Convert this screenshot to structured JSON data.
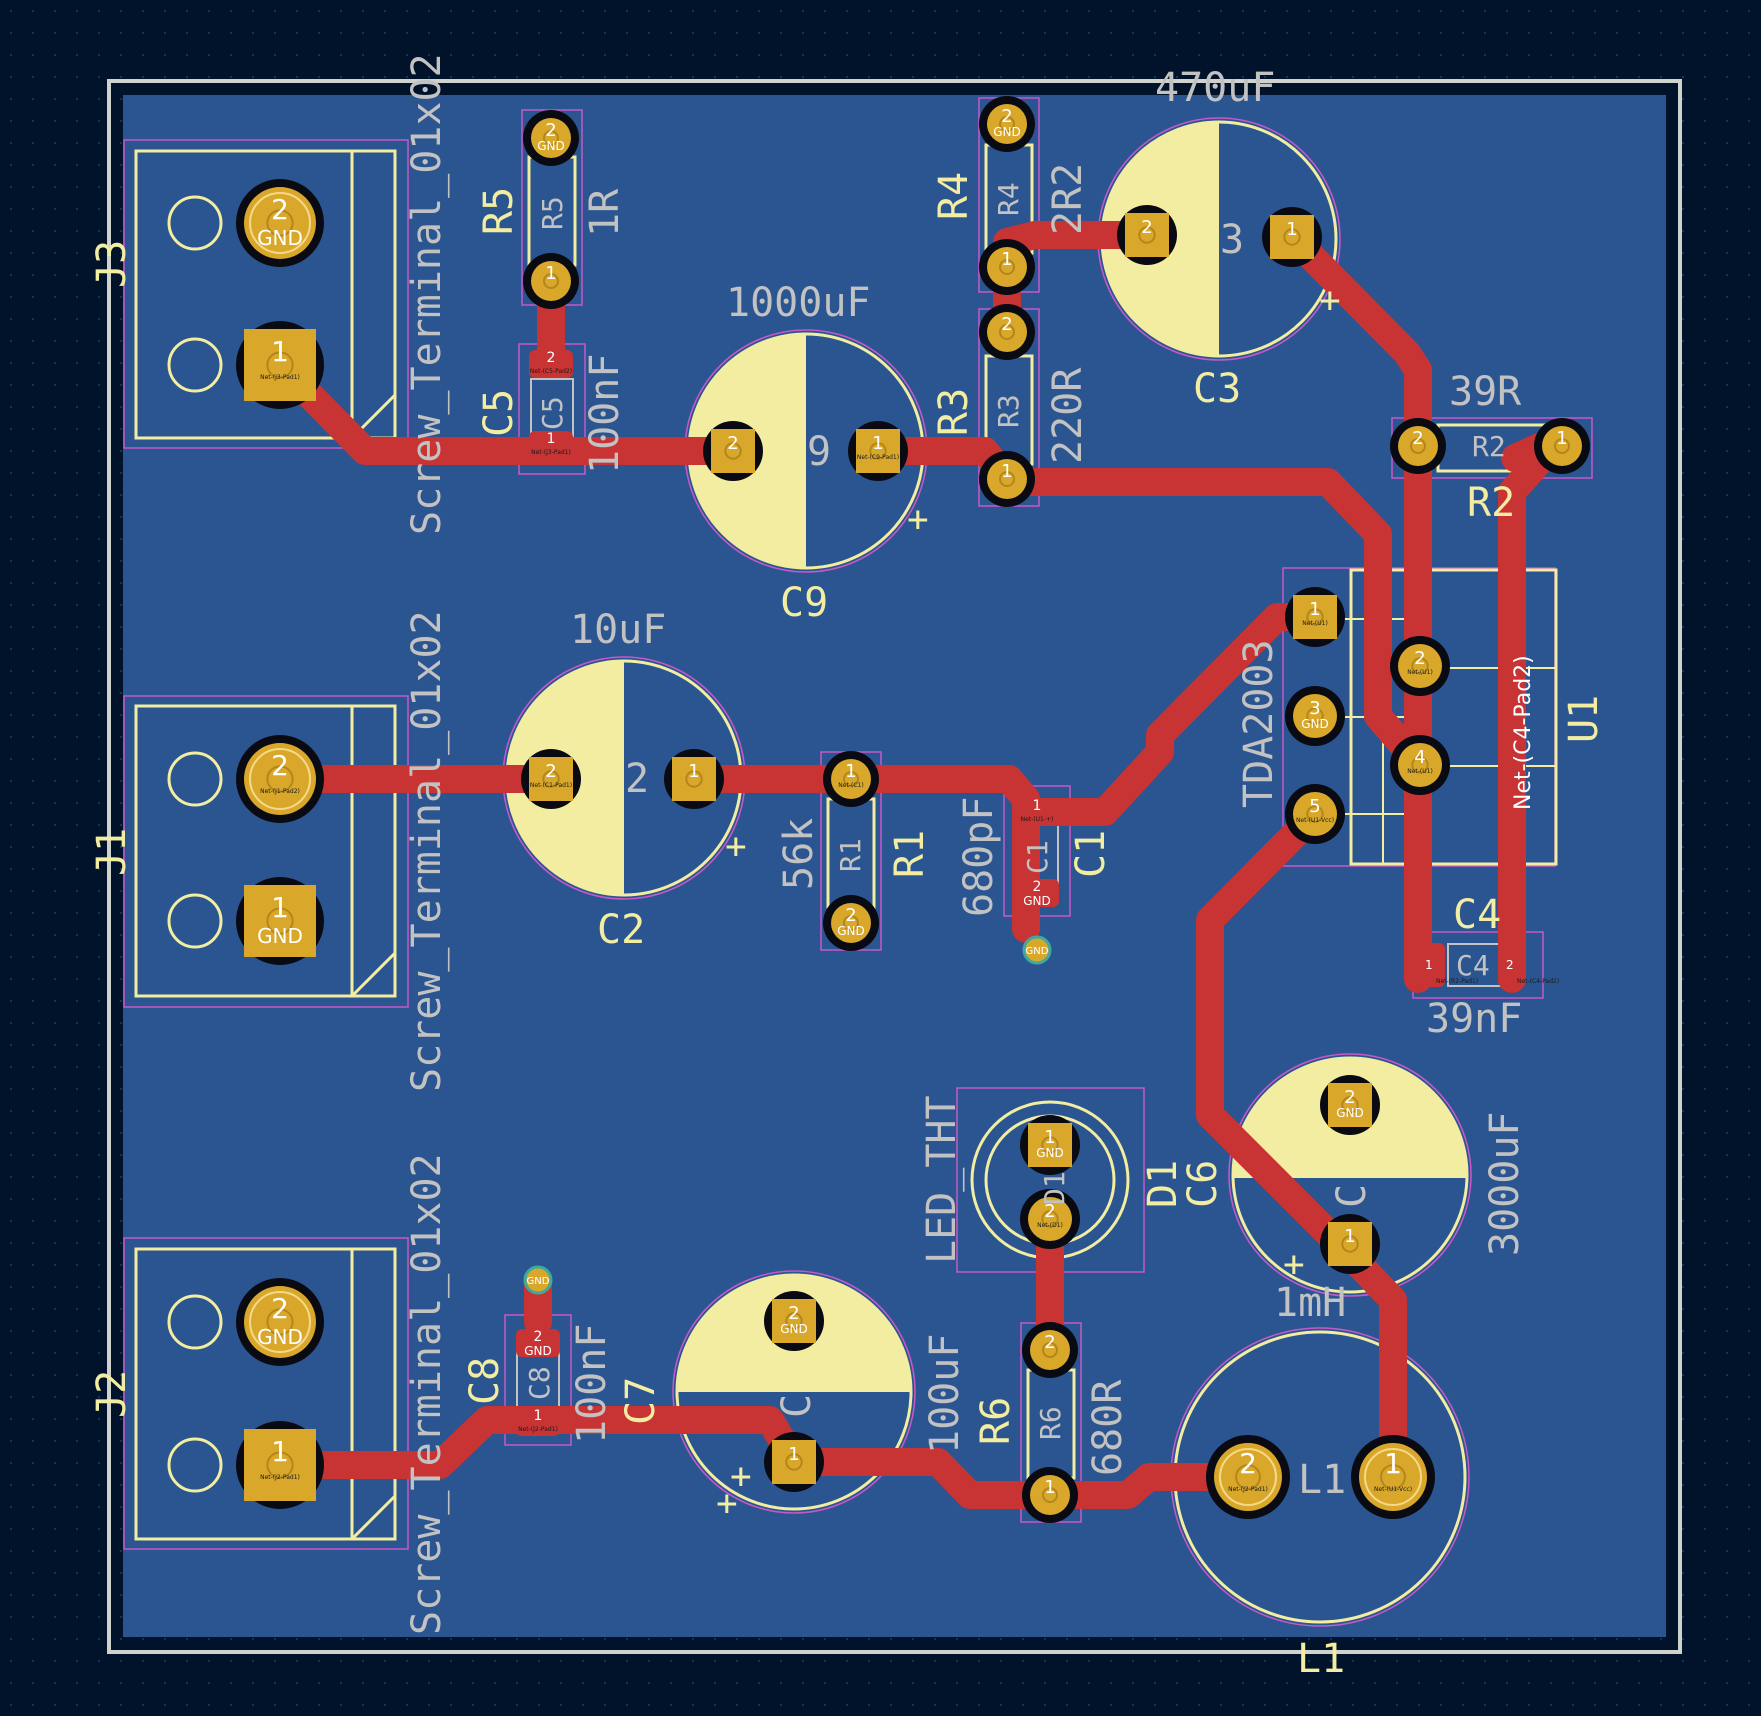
{
  "colors": {
    "background": "#00132a",
    "copper_fill": "#2b5591",
    "board_edge": "#d0d2cd",
    "track": "#c83434",
    "pad": "#d9a82b",
    "silkscreen": "#f2eda1",
    "fab": "#c2c2c2",
    "courtyard": "#ff26e2"
  },
  "labels": {
    "j3_ref": "J3",
    "j1_ref": "J1",
    "j2_ref": "J2",
    "screw_j3": "Screw_Terminal_01x02",
    "screw_j1": "Screw_Terminal_01x02",
    "screw_j2": "Screw_Terminal_01x02",
    "r5_ref": "R5",
    "r5_fab": "R5",
    "r5_val": "1R",
    "c5_ref": "C5",
    "c5_fab": "C5",
    "c5_val": "100nF",
    "r4_ref": "R4",
    "r4_fab": "R4",
    "r4_val": "2R2",
    "r3_fab": "R3",
    "r3_ref": "R3",
    "r3_val": "220R",
    "c3_val": "470uF",
    "c3_ref": "C3",
    "c3_fab": "3",
    "c9_val": "1000uF",
    "c9_ref": "C9",
    "c9_fab": "9",
    "r2_val": "39R",
    "r2_fab": "R2",
    "r2_ref": "R2",
    "c2_val": "10uF",
    "c2_ref": "C2",
    "c2_fab": "2",
    "r1_val": "56k",
    "r1_fab": "R1",
    "r1_ref": "R1",
    "c1_val": "680pF",
    "c1_fab": "C1",
    "c1_ref": "C1",
    "u1_val": "TDA2003",
    "u1_ref": "U1",
    "u1_net": "Net-(C4-Pad2)",
    "c4_ref": "C4",
    "c4_fab": "C4",
    "c4_val": "39nF",
    "d1_val": "LED_THT",
    "d1_ref": "D1",
    "d1_fab": "D1",
    "c6_ref": "C6",
    "c6_val": "3000uF",
    "c6_fab": "C",
    "l1_val": "1mH",
    "l1_fab": "L1",
    "l1_ref": "L1",
    "c8_ref": "C8",
    "c8_fab": "C8",
    "c8_val": "100nF",
    "c7_ref": "C7",
    "c7_val": "100uF",
    "c7_fab": "C",
    "r6_ref": "R6",
    "r6_fab": "R6",
    "r6_val": "680R",
    "plus": "+"
  },
  "pads": {
    "one": "1",
    "two": "2",
    "three": "3",
    "four": "4",
    "five": "5",
    "gnd": "GND"
  },
  "nets": {
    "j3p1": "Net-(J3-Pad1)",
    "c5p2": "Net-(C5-Pad2)",
    "c5p1": "Net-(J3-Pad1)",
    "c9p1": "Net-(C9-Pad1)",
    "u1": "Net-(U1)",
    "u1v": "Net-(U1-Vcc)",
    "j1p2": "Net-(J1-Pad2)",
    "c2p1": "Net-(C1-Pad1)",
    "r1p1": "Net-(C1)",
    "c1p1": "Net-(U1-+)",
    "c4p1": "Net-(R2-Pad1)",
    "c4p2": "Net-(C4-Pad2)",
    "d1": "Net-(D1)",
    "j2p1": "Net-(J2-Pad1)",
    "c8p1": "Net-(J2-Pad1)",
    "l1p2": "Net-(J2-Pad1)",
    "l1p1": "Net-(U1-Vcc)"
  }
}
